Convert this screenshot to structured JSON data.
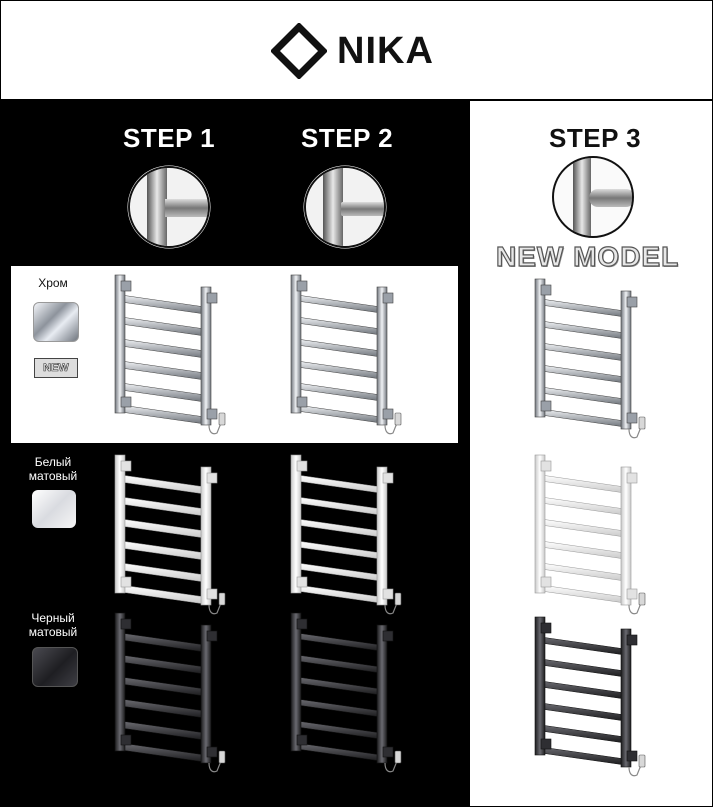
{
  "header": {
    "brand": "NIKA"
  },
  "steps": [
    {
      "label": "STEP 1"
    },
    {
      "label": "STEP 2"
    },
    {
      "label": "STEP 3"
    }
  ],
  "new_model": "NEW MODEL",
  "finishes": [
    {
      "name": "Хром",
      "color": "#c7ccd4",
      "badge": "NEW"
    },
    {
      "name_line1": "Белый",
      "name_line2": "матовый",
      "color": "#f2f2f2"
    },
    {
      "name_line1": "Черный",
      "name_line2": "матовый",
      "color": "#333333"
    }
  ],
  "colors": {
    "background_dark": "#000000",
    "background_light": "#ffffff",
    "chrome": "#b8bcc4",
    "white": "#e6e6e6",
    "black": "#3a3a3a"
  }
}
